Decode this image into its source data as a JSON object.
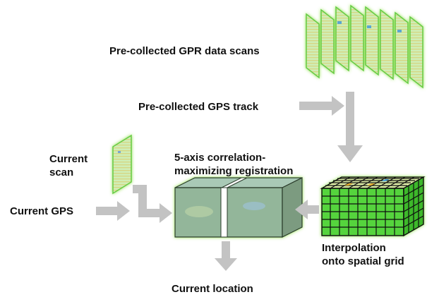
{
  "labels": {
    "gpr_scans": "Pre-collected GPR data scans",
    "gps_track": "Pre-collected GPS track",
    "current_scan": [
      "Current",
      "scan"
    ],
    "registration": [
      "5-axis correlation-",
      "maximizing registration"
    ],
    "current_gps": "Current GPS",
    "interpolation": [
      "Interpolation",
      "onto spatial grid"
    ],
    "current_location": "Current location"
  },
  "colors": {
    "arrow": "#c3c3c3",
    "glow": "#8ee04a",
    "slab_fill": "#d9f0c8",
    "slab_stripe": "#dcd27a",
    "cube_top": "#a9c9b6",
    "cube_front": "#93b69a",
    "cube_side": "#7b9b80",
    "grid_line": "#111111",
    "grid_green": "#50d23c"
  },
  "icons": [
    "gpr-scan-stack-icon",
    "current-scan-slab-icon",
    "registration-block-icon",
    "spatial-grid-cube-icon"
  ]
}
